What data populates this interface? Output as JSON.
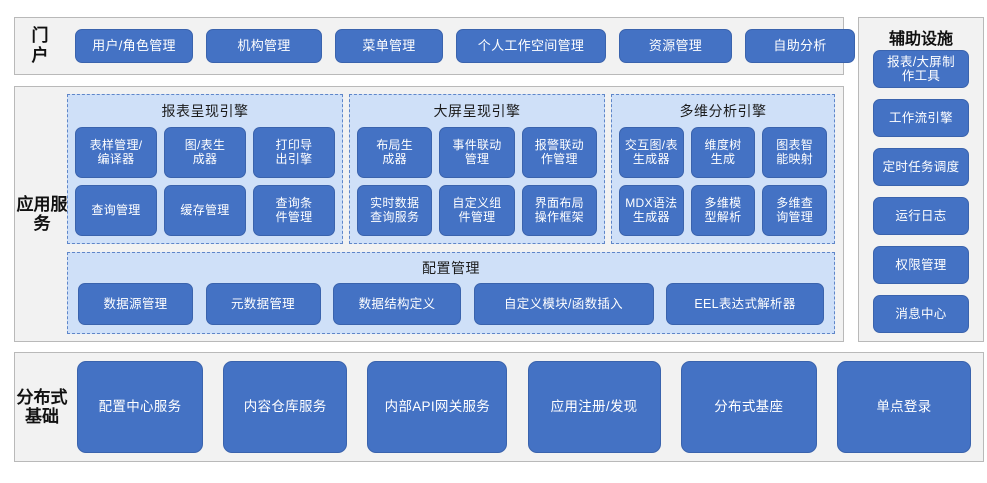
{
  "portal": {
    "label": "门户",
    "items": [
      {
        "label": "用户/角色管理",
        "width": 118
      },
      {
        "label": "机构管理",
        "width": 116
      },
      {
        "label": "菜单管理",
        "width": 108
      },
      {
        "label": "个人工作空间管理",
        "width": 150
      },
      {
        "label": "资源管理",
        "width": 113
      },
      {
        "label": "自助分析",
        "width": 110
      }
    ]
  },
  "aux": {
    "title": "辅助设施",
    "items": [
      {
        "label": "报表/大屏制\n作工具"
      },
      {
        "label": "工作流引擎"
      },
      {
        "label": "定时任务调度"
      },
      {
        "label": "运行日志"
      },
      {
        "label": "权限管理"
      },
      {
        "label": "消息中心"
      }
    ]
  },
  "app_services": {
    "label": "应用服务",
    "engines": [
      {
        "title": "报表呈现引擎",
        "items": [
          "表样管理/\n编译器",
          "图/表生\n成器",
          "打印导\n出引擎",
          "查询管理",
          "缓存管理",
          "查询条\n件管理"
        ]
      },
      {
        "title": "大屏呈现引擎",
        "items": [
          "布局生\n成器",
          "事件联动\n管理",
          "报警联动\n作管理",
          "实时数据\n查询服务",
          "自定义组\n件管理",
          "界面布局\n操作框架"
        ]
      },
      {
        "title": "多维分析引擎",
        "items": [
          "交互图/表\n生成器",
          "维度树\n生成",
          "图表智\n能映射",
          "MDX语法\n生成器",
          "多维模\n型解析",
          "多维查\n询管理"
        ]
      }
    ],
    "config": {
      "title": "配置管理",
      "items": [
        {
          "label": "数据源管理",
          "width": 115
        },
        {
          "label": "元数据管理",
          "width": 115
        },
        {
          "label": "数据结构定义",
          "width": 128
        },
        {
          "label": "自定义模块/函数插入",
          "width": 180
        },
        {
          "label": "EEL表达式解析器",
          "width": 158
        }
      ]
    }
  },
  "distributed": {
    "label": "分布式基础",
    "items": [
      {
        "label": "配置中心服务",
        "width": 126
      },
      {
        "label": "内容仓库服务",
        "width": 124
      },
      {
        "label": "内部API网关服务",
        "width": 140
      },
      {
        "label": "应用注册/发现",
        "width": 133
      },
      {
        "label": "分布式基座",
        "width": 136
      },
      {
        "label": "单点登录",
        "width": 134
      }
    ]
  },
  "colors": {
    "button_blue": "#4472c4",
    "panel_blue": "#cfe0f8",
    "shell_gray": "#f2f2f2",
    "shell_border": "#b9b9b9",
    "dashed_border": "#5f86c9"
  }
}
